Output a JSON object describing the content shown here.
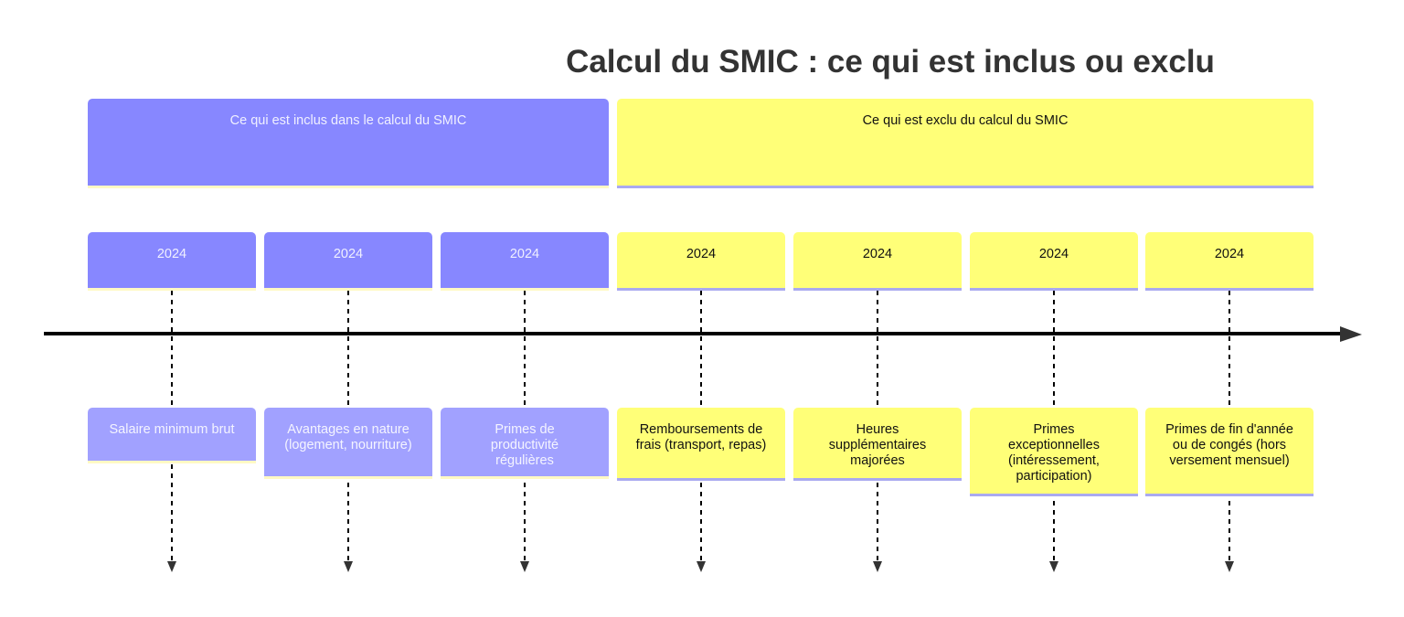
{
  "title": "Calcul du SMIC : ce qui est inclus ou exclu",
  "colors": {
    "included": "#8787ff",
    "included_light": "#a1a1ff",
    "excluded": "#ffff78",
    "axis": "#000000"
  },
  "sections": [
    {
      "label": "Ce qui est inclus dans le calcul du SMIC",
      "type": "included"
    },
    {
      "label": "Ce qui est exclu du calcul du SMIC",
      "type": "excluded"
    }
  ],
  "events": [
    {
      "year": "2024",
      "label": "Salaire minimum brut",
      "section": "included"
    },
    {
      "year": "2024",
      "label": "Avantages en nature (logement, nourriture)",
      "section": "included"
    },
    {
      "year": "2024",
      "label": "Primes de productivité régulières",
      "section": "included"
    },
    {
      "year": "2024",
      "label": "Remboursements de frais (transport, repas)",
      "section": "excluded"
    },
    {
      "year": "2024",
      "label": "Heures supplémentaires majorées",
      "section": "excluded"
    },
    {
      "year": "2024",
      "label": "Primes exceptionnelles (intéressement, participation)",
      "section": "excluded"
    },
    {
      "year": "2024",
      "label": "Primes de fin d'année ou de congés (hors versement mensuel)",
      "section": "excluded"
    }
  ]
}
